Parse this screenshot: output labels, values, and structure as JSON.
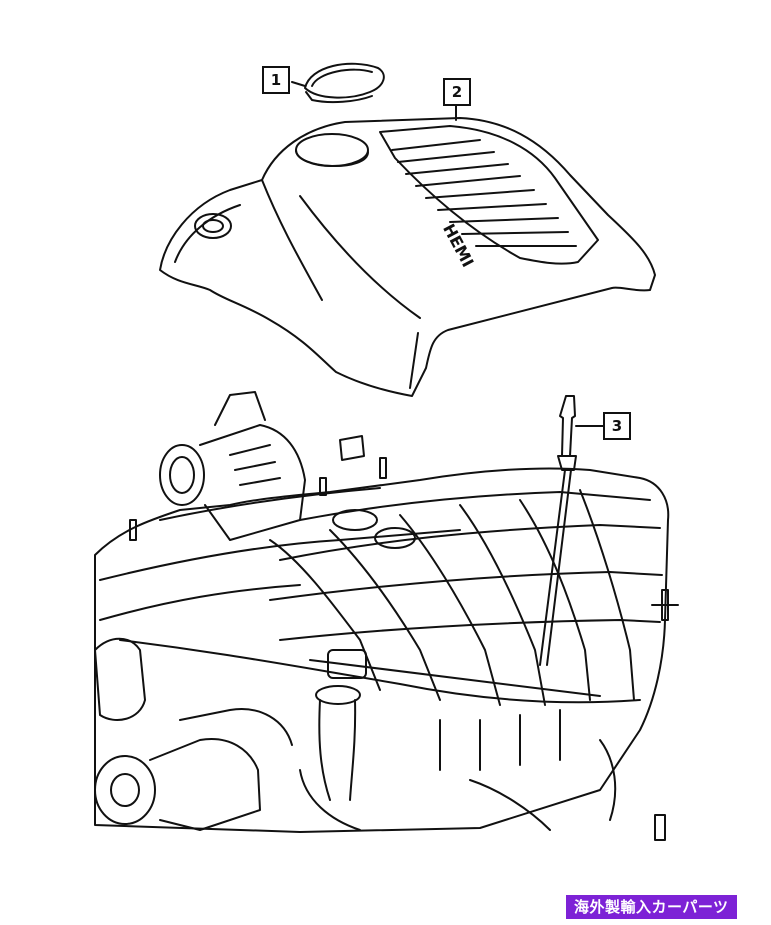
{
  "callouts": {
    "one": "1",
    "two": "2",
    "three": "3"
  },
  "cover_brand_text": "HEMI",
  "watermark": "海外製輸入カーパーツ",
  "colors": {
    "line": "#111111",
    "background": "#ffffff",
    "watermark_bg": "#7d22d6"
  }
}
